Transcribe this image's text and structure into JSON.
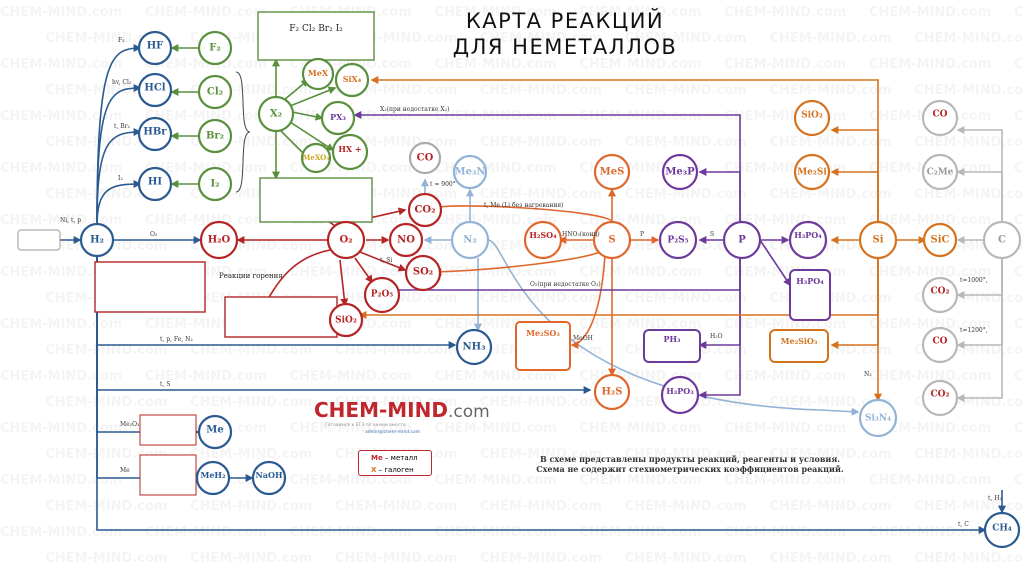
{
  "title_line1": "КАРТА РЕАКЦИЙ",
  "title_line2": "ДЛЯ НЕМЕТАЛЛОВ",
  "watermark": "CHEM-MIND.com",
  "brand": {
    "name": "CHEM-MIND",
    "suffix": ".com",
    "tagline": "Готовимся к ЕГЭ по химии вместе",
    "email": "admin@chem-mind.com"
  },
  "legend": {
    "me": "Me",
    "me_desc": " – металл",
    "x": "X",
    "x_desc": " – галоген"
  },
  "note": [
    "В схеме представлены продукты реакций, реагенты и условия.",
    "Схема не содержит стехиометрических коэффициентов реакций."
  ],
  "colors": {
    "hydrogen": "#2a5a8f",
    "halogen": "#5a8f3e",
    "oxygen": "#b52424",
    "nitrogen": "#92b3d6",
    "sulfur": "#e0672c",
    "phosphorus": "#6d3a9c",
    "silicon": "#d5721e",
    "carbon": "#b8b8b8"
  },
  "nodes": {
    "h2": "H₂",
    "hf": "HF",
    "hcl": "HCl",
    "hbr": "HBr",
    "hi": "HI",
    "f2": "F₂",
    "cl2": "Cl₂",
    "br2": "Br₂",
    "i2": "I₂",
    "x2": "X₂",
    "mex": "MeX",
    "six4": "SiX₄",
    "px": "PX₃",
    "hxh2so4": "HX +",
    "meio3": "MeXO₃",
    "h2o": "H₂O",
    "o2": "O₂",
    "co": "CO",
    "co2": "CO₂",
    "no": "NO",
    "so2": "SO₂",
    "p2o5": "P₂O₅",
    "sio2_red": "SiO₂",
    "men": "Me₃N",
    "n2": "N₂",
    "nh3": "NH₃",
    "h2so4": "H₂SO₄",
    "mes": "MeS",
    "s": "S",
    "p2s5": "P₂S₅",
    "h2s": "H₂S",
    "me2so3": "Me₂SO₃",
    "mep": "Me₃P",
    "p": "P",
    "h3po4": "H₃PO₄",
    "ph3": "PH₃",
    "h3po3": "H₃PO₃",
    "h3po4b": "H₃PO₄",
    "sio2": "SiO₂",
    "mesi": "Me₂Si",
    "si": "Si",
    "sic": "SiC",
    "mesio3": "Me₂SiO₃",
    "si3n4": "Si₃N₄",
    "co_me": "CO",
    "c2me": "C₂Me",
    "c": "C",
    "co2b": "CO₂",
    "coh2": "CO",
    "co2c": "CO₂",
    "ch4": "CH₄",
    "meh2": "MeH₂",
    "naoh": "NaOH",
    "mew": "Me"
  },
  "labels": {
    "ni_t_p": "Ni, t, p",
    "f2": "F₂",
    "hv_cl2": "hv, Cl₂",
    "t_br2": "t, Br₂",
    "i2": "I₂",
    "o2": "O₂",
    "me": "Me",
    "mewo": "Me₂O₃",
    "combustion": "Реакции горения",
    "t_900": "t = 900°",
    "t_me_li": "t, Me (Li без нагревания)",
    "hno3": "HNO₃(конц)",
    "p_lbl": "P",
    "s_lbl": "S",
    "t_1000": "t=1000°,",
    "t_1200": "t=1200°,",
    "meoh": "MeOH",
    "h2o": "H₂O",
    "t_si": "t, Si",
    "t_c": "t, C",
    "t_h2": "t, H₂",
    "n2": "N₂",
    "t_p_fe_n2": "t, p, Fe, N₂",
    "t_s": "t, S",
    "x2_hl": "X₂(при недостатке X₂)",
    "o2_hl": "O₂(при недостатке O₂)"
  }
}
